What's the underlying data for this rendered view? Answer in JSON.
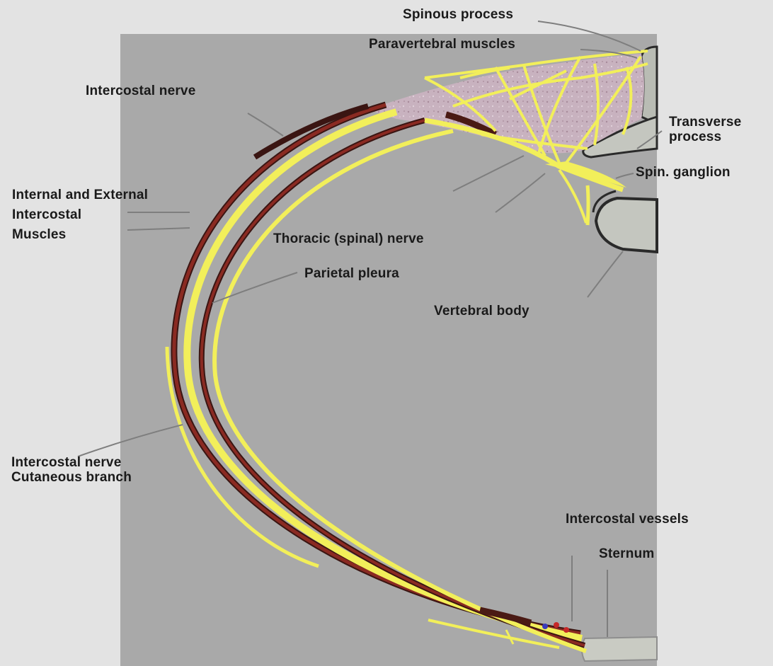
{
  "colors": {
    "background": "#e3e3e3",
    "panel": "#a9a9a9",
    "nerve": "#f2ef5a",
    "muscle": "#8a2a22",
    "muscle_dark": "#3a1512",
    "bone": "#c4c6bf",
    "paravertebral": "#c8b2bf",
    "leader": "#7e7e7e"
  },
  "labels": {
    "spinous_process": "Spinous process",
    "paravertebral_muscles": "Paravertebral muscles",
    "intercostal_nerve": "Intercostal nerve",
    "transverse_process_line1": "Transverse",
    "transverse_process_line2": "process",
    "spinal_ganglion": "Spin. ganglion",
    "intercostal_muscles_line1": "Internal and External",
    "intercostal_muscles_line2": "Intercostal",
    "intercostal_muscles_line3": "Muscles",
    "thoracic_nerve": "Thoracic (spinal)  nerve",
    "parietal_pleura": "Parietal pleura",
    "vertebral_body": "Vertebral body",
    "cutaneous_branch_line1": "Intercostal nerve",
    "cutaneous_branch_line2": "Cutaneous branch",
    "intercostal_vessels": "Intercostal vessels",
    "sternum": "Sternum"
  }
}
